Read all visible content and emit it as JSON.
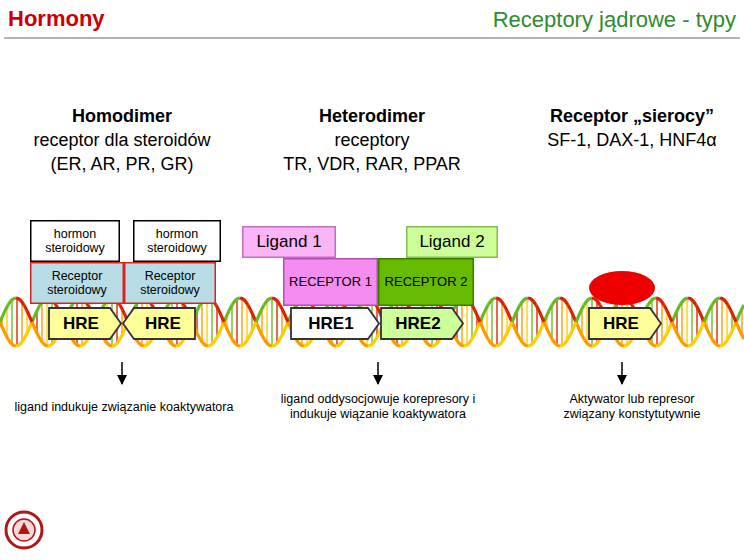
{
  "diagram": {
    "title": "Receptory jądrowe - typy",
    "nodes": [
      {
        "text": [
          "hormon steroidowy"
        ]
      },
      {
        "text": [
          "hormon steroidowy"
        ]
      },
      {
        "text": [
          "Receptor steroidowy"
        ]
      },
      {
        "text": [
          "Receptor steroidowy"
        ]
      },
      {
        "text": [
          "HRE"
        ]
      },
      {
        "text": [
          "HRE"
        ]
      },
      {
        "text": [
          "Ligand 1"
        ]
      },
      {
        "text": [
          "RECEPTOR 1"
        ]
      },
      {
        "text": [
          "Ligand 2"
        ]
      },
      {
        "text": [
          "RECEPTOR 2"
        ]
      },
      {
        "text": [
          "HRE1"
        ]
      },
      {
        "text": [
          "HRE2"
        ]
      },
      {
        "text": [
          "HRE"
        ]
      }
    ],
    "labels": [
      "Hormony",
      "Homodimer",
      "receptor dla steroidów",
      "(ER, AR, PR, GR)",
      "Heterodimer",
      "receptory",
      "TR, VDR, RAR, PPAR",
      "Receptor „sierocy”",
      "SF-1, DAX-1, HNF4α",
      "ligand indukuje związanie koaktywatora",
      "ligand oddysocjowuje korepresory i indukuje wiązanie koaktywatora",
      "Aktywator lub represor związany konstytutywnie"
    ]
  }
}
